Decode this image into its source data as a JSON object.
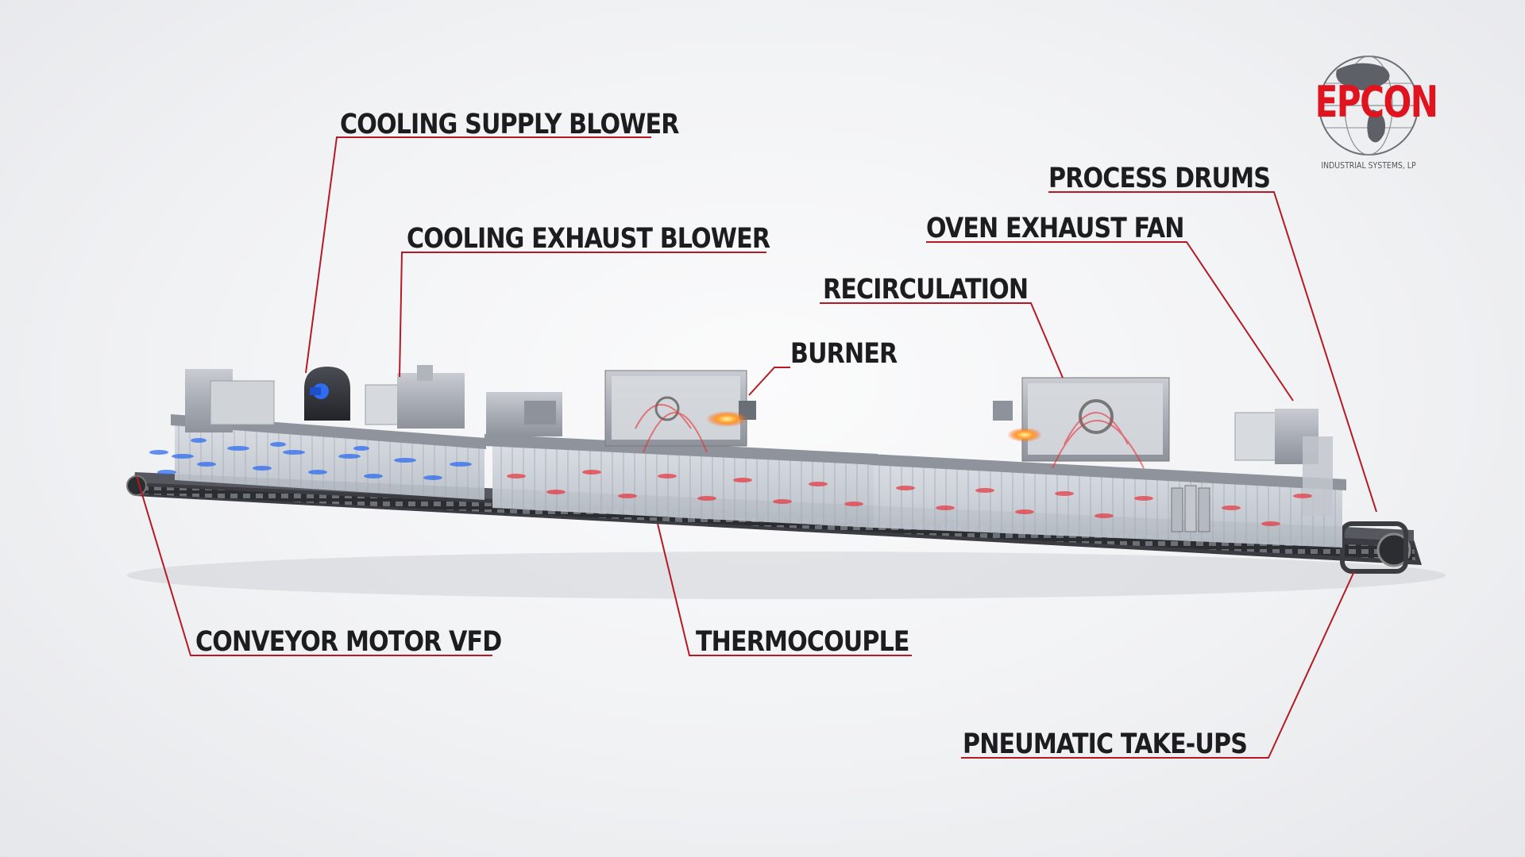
{
  "labels": {
    "cooling_supply_blower": "COOLING SUPPLY BLOWER",
    "cooling_exhaust_blower": "COOLING EXHAUST BLOWER",
    "process_drums": "PROCESS DRUMS",
    "oven_exhaust_fan": "OVEN EXHAUST FAN",
    "recirculation": "RECIRCULATION",
    "burner": "BURNER",
    "conveyor_motor_vfd": "CONVEYOR MOTOR VFD",
    "thermocouple": "THERMOCOUPLE",
    "pneumatic_take_ups": "PNEUMATIC TAKE-UPS"
  },
  "logo": {
    "name": "EPCON",
    "subtitle": "INDUSTRIAL SYSTEMS, LP"
  },
  "colors": {
    "leader_line": "#b51a24",
    "label_text": "#1d1d20",
    "brand_red": "#e0141e",
    "cooling_air": "#2f6cf0",
    "heated_air": "#e8323a"
  }
}
